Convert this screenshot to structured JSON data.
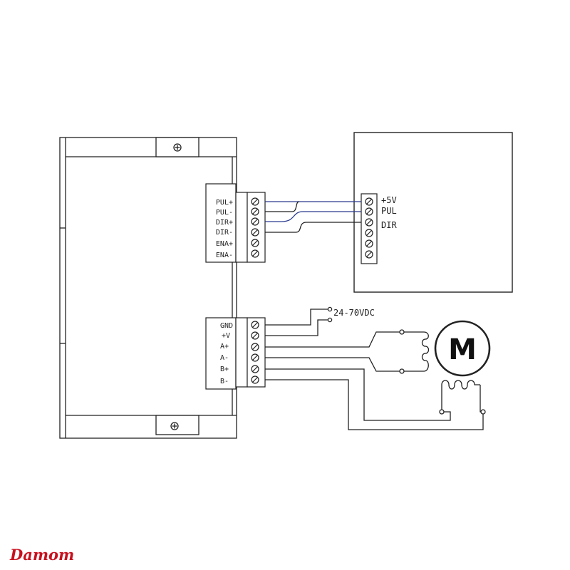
{
  "driver": {
    "signal_terminals": [
      "PUL+",
      "PUL-",
      "DIR+",
      "DIR-",
      "ENA+",
      "ENA-"
    ],
    "power_terminals": [
      "GND",
      "+V",
      "A+",
      "A-",
      "B+",
      "B-"
    ]
  },
  "controller": {
    "terminals": [
      "+5V",
      "PUL",
      "DIR"
    ]
  },
  "power_supply": {
    "label": "24-70VDC"
  },
  "motor": {
    "label": "M"
  },
  "watermark": "Damom",
  "colors": {
    "signal_wire": "#2a3a8f",
    "line": "#222222",
    "watermark": "#c8101e"
  }
}
